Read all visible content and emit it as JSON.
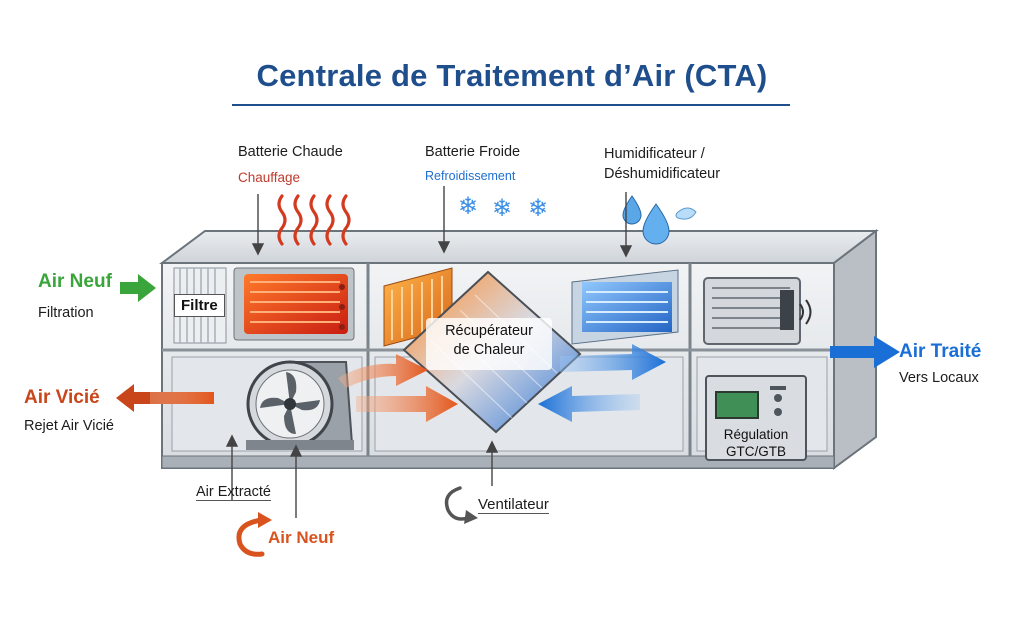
{
  "title": "Centrale de Traitement d’Air (CTA)",
  "labels": {
    "batterie_chaude": "Batterie Chaude",
    "chauffage": "Chauffage",
    "batterie_froide": "Batterie Froide",
    "refroidissement": "Refroidissement",
    "humidificateur_1": "Humidificateur /",
    "humidificateur_2": "Déshumidificateur",
    "air_neuf_in": "Air Neuf",
    "filtration": "Filtration",
    "filtre": "Filtre",
    "air_vicie": "Air Vicié",
    "rejet_air_vicie": "Rejet Air Vicié",
    "recuperateur_1": "Récupérateur",
    "recuperateur_2": "de Chaleur",
    "air_traite": "Air Traité",
    "vers_locaux": "Vers Locaux",
    "regulation_1": "Régulation",
    "regulation_2": "GTC/GTB",
    "air_extracte": "Air Extracté",
    "air_neuf_bottom": "Air Neuf",
    "ventilateur": "Ventilateur"
  },
  "colors": {
    "title": "#1f4e8c",
    "green": "#3aa53a",
    "orange": "#d9531e",
    "blue": "#1f6fd1",
    "heat_text": "#c0392b"
  },
  "icons": [
    "heat-waves-icon",
    "snowflake-icon",
    "water-drop-icon",
    "fan-icon",
    "gear-icon"
  ]
}
